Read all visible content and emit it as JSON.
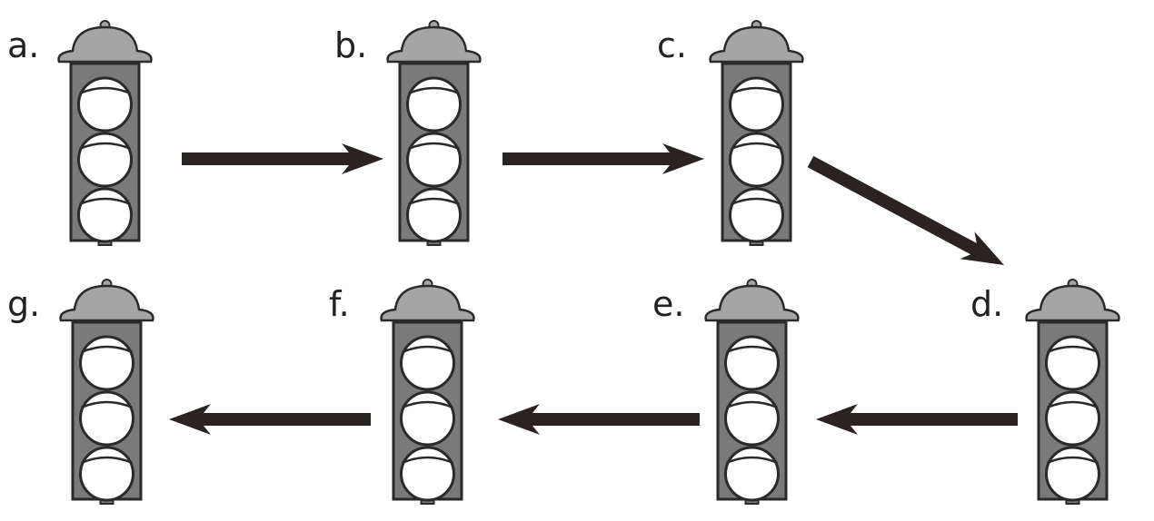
{
  "diagram": {
    "steps": [
      {
        "id": "a",
        "label": "a."
      },
      {
        "id": "b",
        "label": "b."
      },
      {
        "id": "c",
        "label": "c."
      },
      {
        "id": "d",
        "label": "d."
      },
      {
        "id": "e",
        "label": "e."
      },
      {
        "id": "f",
        "label": "f."
      },
      {
        "id": "g",
        "label": "g."
      }
    ],
    "sequence": [
      "a",
      "b",
      "c",
      "d",
      "e",
      "f",
      "g"
    ],
    "colors": {
      "housing": "#7a7a7a",
      "hood": "#a5a5a5",
      "outline": "#2a2a2a",
      "lamp": "#ffffff",
      "arrow": "#2b2222"
    }
  }
}
